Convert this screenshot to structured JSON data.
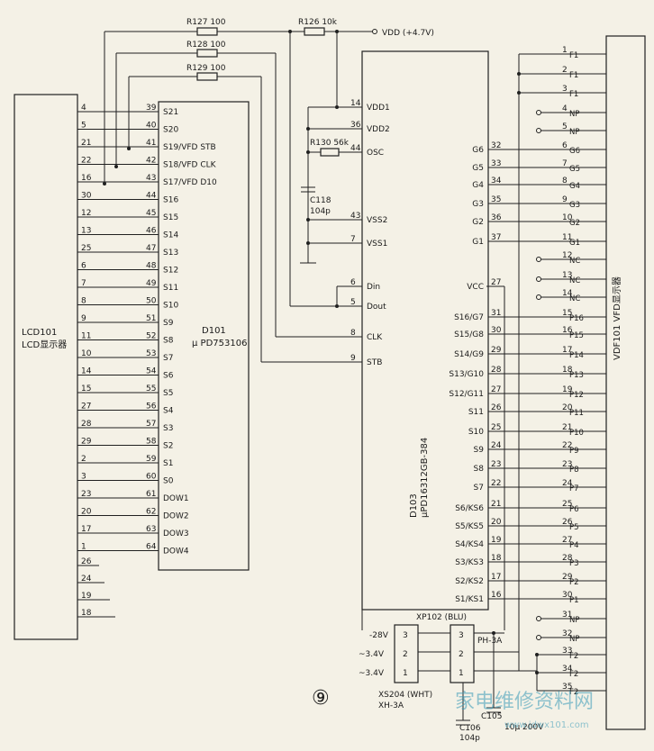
{
  "figure_number": "⑨",
  "watermark": {
    "text": "家电维修资料网",
    "url": "www.jdwx101.com"
  },
  "lcd_panel": {
    "name": "LCD101",
    "label": "LCD显示器"
  },
  "d101": {
    "name": "D101",
    "part": "μ PD753106",
    "rows": [
      {
        "lcd": "4",
        "pin": "39",
        "sig": "S21"
      },
      {
        "lcd": "5",
        "pin": "40",
        "sig": "S20"
      },
      {
        "lcd": "21",
        "pin": "41",
        "sig": "S19/VFD STB"
      },
      {
        "lcd": "22",
        "pin": "42",
        "sig": "S18/VFD CLK"
      },
      {
        "lcd": "16",
        "pin": "43",
        "sig": "S17/VFD D10"
      },
      {
        "lcd": "30",
        "pin": "44",
        "sig": "S16"
      },
      {
        "lcd": "12",
        "pin": "45",
        "sig": "S15"
      },
      {
        "lcd": "13",
        "pin": "46",
        "sig": "S14"
      },
      {
        "lcd": "25",
        "pin": "47",
        "sig": "S13"
      },
      {
        "lcd": "6",
        "pin": "48",
        "sig": "S12"
      },
      {
        "lcd": "7",
        "pin": "49",
        "sig": "S11"
      },
      {
        "lcd": "8",
        "pin": "50",
        "sig": "S10"
      },
      {
        "lcd": "9",
        "pin": "51",
        "sig": "S9"
      },
      {
        "lcd": "11",
        "pin": "52",
        "sig": "S8"
      },
      {
        "lcd": "10",
        "pin": "53",
        "sig": "S7"
      },
      {
        "lcd": "14",
        "pin": "54",
        "sig": "S6"
      },
      {
        "lcd": "15",
        "pin": "55",
        "sig": "S5"
      },
      {
        "lcd": "27",
        "pin": "56",
        "sig": "S4"
      },
      {
        "lcd": "28",
        "pin": "57",
        "sig": "S3"
      },
      {
        "lcd": "29",
        "pin": "58",
        "sig": "S2"
      },
      {
        "lcd": "2",
        "pin": "59",
        "sig": "S1"
      },
      {
        "lcd": "3",
        "pin": "60",
        "sig": "S0"
      },
      {
        "lcd": "23",
        "pin": "61",
        "sig": "DOW1"
      },
      {
        "lcd": "20",
        "pin": "62",
        "sig": "DOW2"
      },
      {
        "lcd": "17",
        "pin": "63",
        "sig": "DOW3"
      },
      {
        "lcd": "1",
        "pin": "64",
        "sig": "DOW4"
      }
    ],
    "extra_lcd_pins": [
      "26",
      "24",
      "19",
      "18"
    ]
  },
  "resistors": [
    {
      "ref": "R127",
      "value": "100"
    },
    {
      "ref": "R128",
      "value": "100"
    },
    {
      "ref": "R129",
      "value": "100"
    },
    {
      "ref": "R126",
      "value": "10k"
    },
    {
      "ref": "R130",
      "value": "56k"
    }
  ],
  "vdd_label": "VDD (+4.7V)",
  "capacitors": [
    {
      "ref": "C118",
      "value": "104p"
    },
    {
      "ref": "C106",
      "value": "104p"
    },
    {
      "ref": "C105",
      "value": "10μ 200V"
    }
  ],
  "d103": {
    "name": "D103",
    "part": "μPD16312GB-384",
    "left_pins": [
      {
        "pin": "14",
        "sig": "VDD1"
      },
      {
        "pin": "36",
        "sig": "VDD2"
      },
      {
        "pin": "44",
        "sig": "OSC"
      },
      {
        "pin": "43",
        "sig": "VSS2"
      },
      {
        "pin": "7",
        "sig": "VSS1"
      },
      {
        "pin": "6",
        "sig": "Din"
      },
      {
        "pin": "5",
        "sig": "Dout"
      },
      {
        "pin": "8",
        "sig": "CLK"
      },
      {
        "pin": "9",
        "sig": "STB"
      }
    ],
    "right_pins": [
      {
        "sig": "G6",
        "pin": "32",
        "vfd": "6",
        "vsig": "G6"
      },
      {
        "sig": "G5",
        "pin": "33",
        "vfd": "7",
        "vsig": "G5"
      },
      {
        "sig": "G4",
        "pin": "34",
        "vfd": "8",
        "vsig": "G4"
      },
      {
        "sig": "G3",
        "pin": "35",
        "vfd": "9",
        "vsig": "G3"
      },
      {
        "sig": "G2",
        "pin": "36",
        "vfd": "10",
        "vsig": "G2"
      },
      {
        "sig": "G1",
        "pin": "37",
        "vfd": "11",
        "vsig": "G1"
      },
      {
        "sig": "VCC",
        "pin": "27",
        "vfd": "",
        "vsig": ""
      },
      {
        "sig": "S16/G7",
        "pin": "31",
        "vfd": "15",
        "vsig": "P16"
      },
      {
        "sig": "S15/G8",
        "pin": "30",
        "vfd": "16",
        "vsig": "P15"
      },
      {
        "sig": "S14/G9",
        "pin": "29",
        "vfd": "17",
        "vsig": "P14"
      },
      {
        "sig": "S13/G10",
        "pin": "28",
        "vfd": "18",
        "vsig": "P13"
      },
      {
        "sig": "S12/G11",
        "pin": "27",
        "vfd": "19",
        "vsig": "P12"
      },
      {
        "sig": "S11",
        "pin": "26",
        "vfd": "20",
        "vsig": "P11"
      },
      {
        "sig": "S10",
        "pin": "25",
        "vfd": "21",
        "vsig": "P10"
      },
      {
        "sig": "S9",
        "pin": "24",
        "vfd": "22",
        "vsig": "P9"
      },
      {
        "sig": "S8",
        "pin": "23",
        "vfd": "23",
        "vsig": "P8"
      },
      {
        "sig": "S7",
        "pin": "22",
        "vfd": "24",
        "vsig": "P7"
      },
      {
        "sig": "S6/KS6",
        "pin": "21",
        "vfd": "25",
        "vsig": "P6"
      },
      {
        "sig": "S5/KS5",
        "pin": "20",
        "vfd": "26",
        "vsig": "P5"
      },
      {
        "sig": "S4/KS4",
        "pin": "19",
        "vfd": "27",
        "vsig": "P4"
      },
      {
        "sig": "S3/KS3",
        "pin": "18",
        "vfd": "28",
        "vsig": "P3"
      },
      {
        "sig": "S2/KS2",
        "pin": "17",
        "vfd": "29",
        "vsig": "P2"
      },
      {
        "sig": "S1/KS1",
        "pin": "16",
        "vfd": "30",
        "vsig": "P1"
      }
    ]
  },
  "vfd_panel": {
    "label": "VDF101 VFD显示器",
    "extra_pins": [
      {
        "pin": "1",
        "sig": "F1"
      },
      {
        "pin": "2",
        "sig": "F1"
      },
      {
        "pin": "3",
        "sig": "F1"
      },
      {
        "pin": "4",
        "sig": "NP"
      },
      {
        "pin": "5",
        "sig": "NP"
      },
      {
        "pin": "12",
        "sig": "NC"
      },
      {
        "pin": "13",
        "sig": "NC"
      },
      {
        "pin": "14",
        "sig": "NC"
      },
      {
        "pin": "31",
        "sig": "NP"
      },
      {
        "pin": "32",
        "sig": "NP"
      },
      {
        "pin": "33",
        "sig": "F2"
      },
      {
        "pin": "34",
        "sig": "F2"
      },
      {
        "pin": "35",
        "sig": "F2"
      }
    ]
  },
  "connectors": {
    "xp102": {
      "label": "XP102 (BLU)",
      "type": "PH-3A",
      "pins": [
        "3",
        "2",
        "1"
      ]
    },
    "xs204": {
      "label": "XS204 (WHT)",
      "type": "XH-3A",
      "pins": [
        "3",
        "2",
        "1"
      ],
      "supplies": [
        "-28V",
        "~3.4V",
        "~3.4V"
      ]
    }
  }
}
